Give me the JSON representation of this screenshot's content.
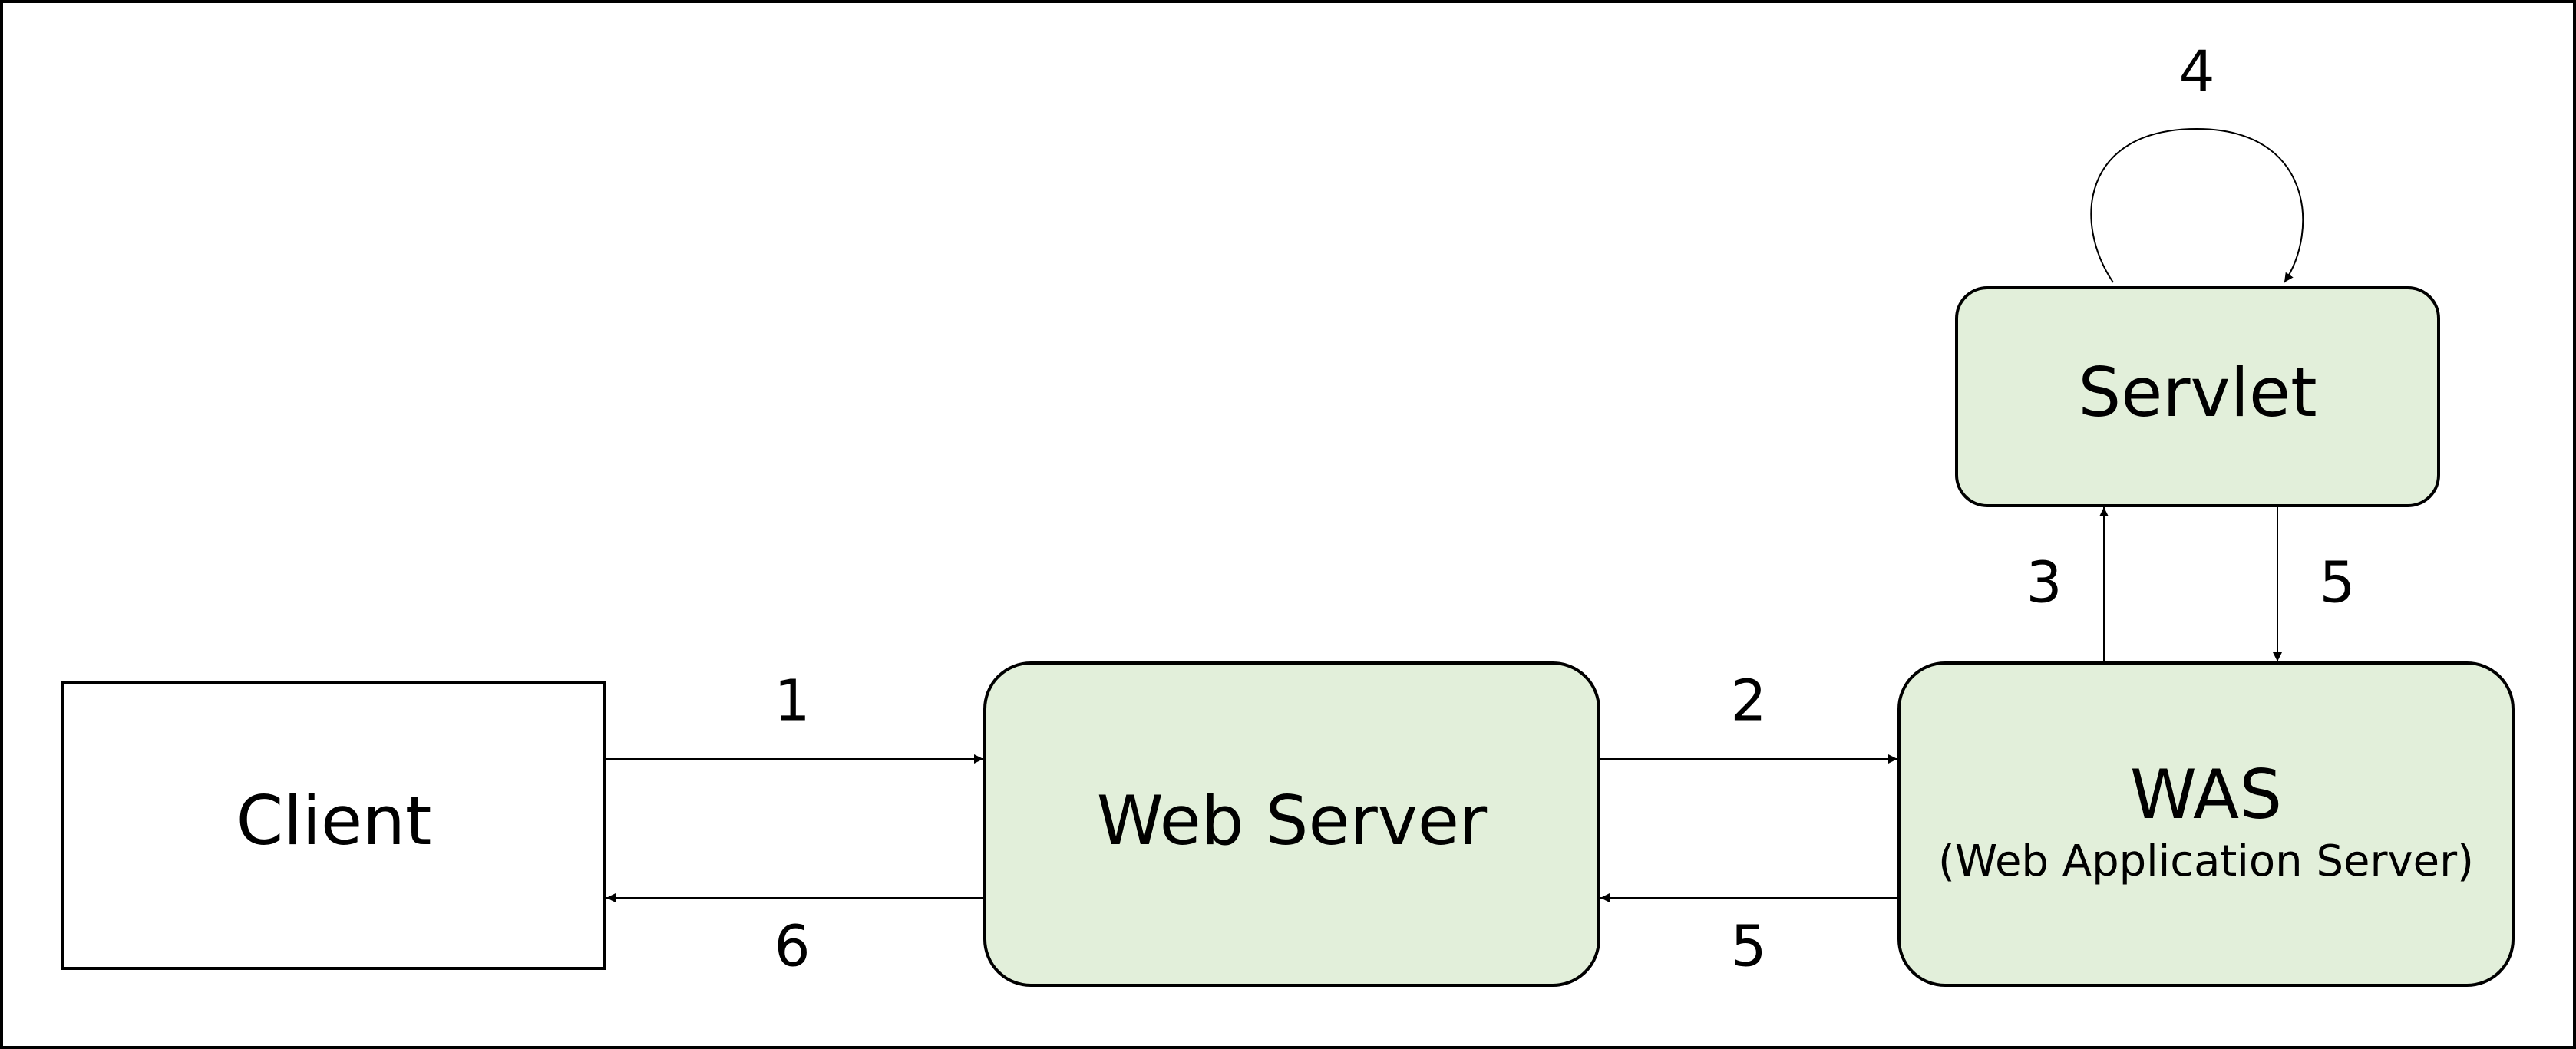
{
  "nodes": {
    "client": {
      "label": "Client"
    },
    "web_server": {
      "label": "Web Server"
    },
    "was": {
      "label": "WAS",
      "sublabel": "(Web Application Server)"
    },
    "servlet": {
      "label": "Servlet"
    }
  },
  "steps": {
    "client_to_web": "1",
    "web_to_was": "2",
    "was_to_servlet": "3",
    "servlet_loop": "4",
    "servlet_to_was": "5",
    "was_to_web": "5",
    "web_to_client": "6"
  },
  "colors": {
    "server_fill": "#e2efda",
    "client_fill": "#ffffff",
    "stroke": "#000000"
  }
}
